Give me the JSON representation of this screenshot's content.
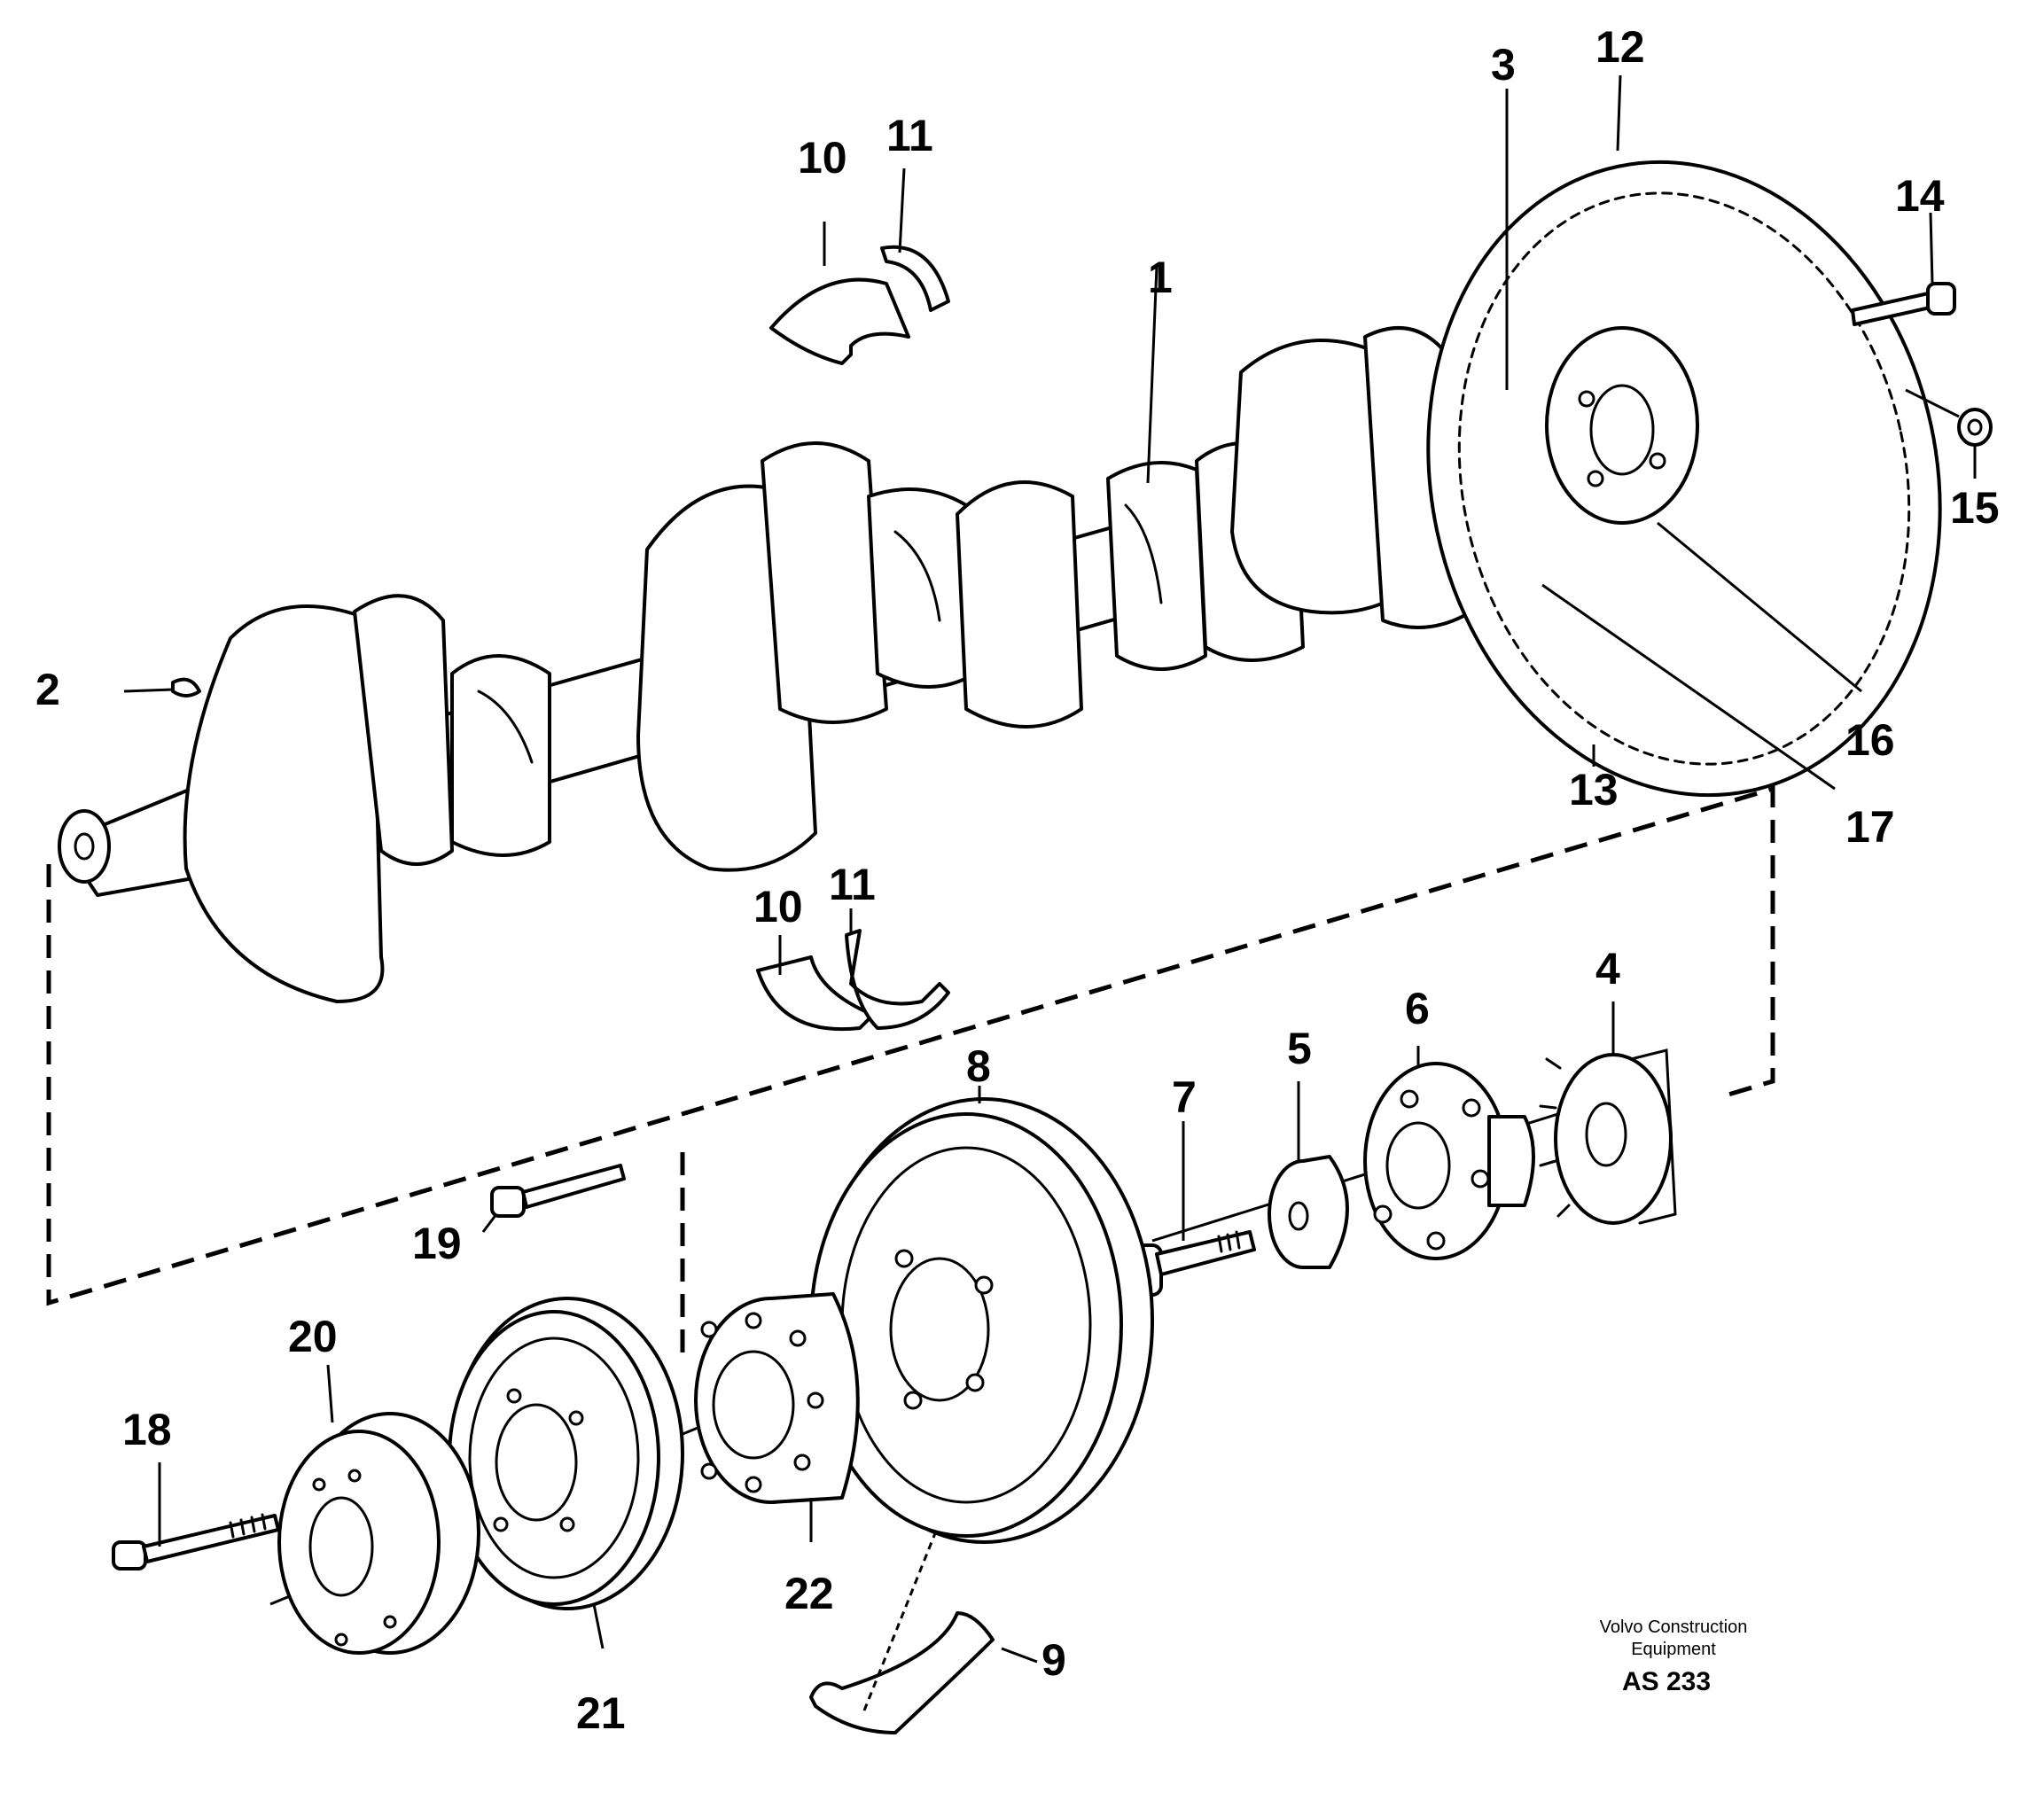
{
  "callouts": {
    "c1": "1",
    "c2": "2",
    "c3": "3",
    "c4": "4",
    "c5": "5",
    "c6": "6",
    "c7": "7",
    "c8": "8",
    "c9": "9",
    "c10a": "10",
    "c10b": "10",
    "c11a": "11",
    "c11b": "11",
    "c12": "12",
    "c13": "13",
    "c14": "14",
    "c15": "15",
    "c16": "16",
    "c17": "17",
    "c18": "18",
    "c19": "19",
    "c20": "20",
    "c21": "21",
    "c22": "22"
  },
  "credit": {
    "line1": "Volvo Construction",
    "line2": "Equipment",
    "reference": "AS 233"
  }
}
